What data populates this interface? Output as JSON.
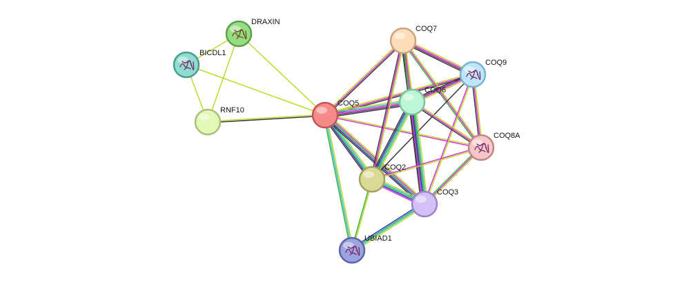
{
  "network": {
    "edge_colors": {
      "yellowgreen": "#c2d82a",
      "black": "#3a3a3a",
      "magenta": "#d633d6",
      "cyan": "#33c4cf",
      "green": "#3cb043",
      "blue": "#3333cc",
      "purple": "#7a2a7a"
    },
    "nodes": [
      {
        "id": "COQ5",
        "label": "COQ5",
        "fill": "#f48a8a",
        "stroke": "#c55555",
        "icon": "none"
      },
      {
        "id": "DRAXIN",
        "label": "DRAXIN",
        "fill": "#97dc85",
        "stroke": "#5aa14a",
        "icon": "protein-structure-icon"
      },
      {
        "id": "BICDL1",
        "label": "BICDL1",
        "fill": "#8fdcd0",
        "stroke": "#4a9c92",
        "icon": "protein-structure-icon"
      },
      {
        "id": "RNF10",
        "label": "RNF10",
        "fill": "#e3f8b7",
        "stroke": "#a8c07a",
        "icon": "none"
      },
      {
        "id": "COQ7",
        "label": "COQ7",
        "fill": "#fcdcb9",
        "stroke": "#c9a47e",
        "icon": "none"
      },
      {
        "id": "COQ9",
        "label": "COQ9",
        "fill": "#bfe6f8",
        "stroke": "#7ab2cf",
        "icon": "protein-structure-icon"
      },
      {
        "id": "COQ6",
        "label": "COQ6",
        "fill": "#bdf5d6",
        "stroke": "#79c49c",
        "icon": "none"
      },
      {
        "id": "COQ8A",
        "label": "COQ8A",
        "fill": "#f6c7c7",
        "stroke": "#c48484",
        "icon": "protein-structure-icon"
      },
      {
        "id": "COQ2",
        "label": "COQ2",
        "fill": "#dada96",
        "stroke": "#a1a15c",
        "icon": "none"
      },
      {
        "id": "COQ3",
        "label": "COQ3",
        "fill": "#d3c0f6",
        "stroke": "#9a84c4",
        "icon": "none"
      },
      {
        "id": "UBIAD1",
        "label": "UBIAD1",
        "fill": "#9ba4e0",
        "stroke": "#5c64a8",
        "icon": "protein-structure-icon"
      }
    ],
    "edges": [
      {
        "source": "DRAXIN",
        "target": "COQ5",
        "colors": [
          "yellowgreen"
        ]
      },
      {
        "source": "DRAXIN",
        "target": "BICDL1",
        "colors": [
          "yellowgreen"
        ]
      },
      {
        "source": "DRAXIN",
        "target": "RNF10",
        "colors": [
          "yellowgreen"
        ]
      },
      {
        "source": "BICDL1",
        "target": "RNF10",
        "colors": [
          "yellowgreen"
        ]
      },
      {
        "source": "BICDL1",
        "target": "COQ5",
        "colors": [
          "yellowgreen"
        ]
      },
      {
        "source": "RNF10",
        "target": "COQ5",
        "colors": [
          "yellowgreen",
          "black"
        ]
      },
      {
        "source": "COQ5",
        "target": "COQ7",
        "colors": [
          "yellowgreen",
          "magenta",
          "black"
        ]
      },
      {
        "source": "COQ5",
        "target": "COQ9",
        "colors": [
          "yellowgreen",
          "magenta",
          "black"
        ]
      },
      {
        "source": "COQ5",
        "target": "COQ6",
        "colors": [
          "yellowgreen",
          "cyan",
          "magenta",
          "purple",
          "black"
        ]
      },
      {
        "source": "COQ5",
        "target": "COQ8A",
        "colors": [
          "yellowgreen",
          "magenta"
        ]
      },
      {
        "source": "COQ5",
        "target": "COQ2",
        "colors": [
          "yellowgreen",
          "cyan",
          "green",
          "blue",
          "black"
        ]
      },
      {
        "source": "COQ5",
        "target": "COQ3",
        "colors": [
          "yellowgreen",
          "magenta",
          "green",
          "blue",
          "black"
        ]
      },
      {
        "source": "COQ5",
        "target": "UBIAD1",
        "colors": [
          "yellowgreen",
          "cyan",
          "green"
        ]
      },
      {
        "source": "COQ7",
        "target": "COQ9",
        "colors": [
          "yellowgreen",
          "magenta",
          "purple",
          "black"
        ]
      },
      {
        "source": "COQ7",
        "target": "COQ6",
        "colors": [
          "yellowgreen",
          "magenta",
          "black"
        ]
      },
      {
        "source": "COQ7",
        "target": "COQ8A",
        "colors": [
          "yellowgreen",
          "magenta",
          "green"
        ]
      },
      {
        "source": "COQ7",
        "target": "COQ2",
        "colors": [
          "yellowgreen",
          "magenta",
          "black"
        ]
      },
      {
        "source": "COQ7",
        "target": "COQ3",
        "colors": [
          "yellowgreen",
          "magenta",
          "green",
          "black"
        ]
      },
      {
        "source": "COQ9",
        "target": "COQ6",
        "colors": [
          "yellowgreen",
          "magenta",
          "purple",
          "black"
        ]
      },
      {
        "source": "COQ9",
        "target": "COQ8A",
        "colors": [
          "yellowgreen",
          "magenta",
          "black"
        ]
      },
      {
        "source": "COQ9",
        "target": "COQ2",
        "colors": [
          "black"
        ]
      },
      {
        "source": "COQ9",
        "target": "COQ3",
        "colors": [
          "yellowgreen",
          "magenta"
        ]
      },
      {
        "source": "COQ6",
        "target": "COQ8A",
        "colors": [
          "yellowgreen",
          "magenta",
          "black"
        ]
      },
      {
        "source": "COQ6",
        "target": "COQ2",
        "colors": [
          "yellowgreen",
          "cyan",
          "green",
          "blue",
          "black"
        ]
      },
      {
        "source": "COQ6",
        "target": "COQ3",
        "colors": [
          "yellowgreen",
          "cyan",
          "green",
          "blue",
          "magenta",
          "black"
        ]
      },
      {
        "source": "COQ8A",
        "target": "COQ2",
        "colors": [
          "yellowgreen",
          "magenta"
        ]
      },
      {
        "source": "COQ8A",
        "target": "COQ3",
        "colors": [
          "yellowgreen",
          "magenta",
          "green"
        ]
      },
      {
        "source": "COQ2",
        "target": "COQ3",
        "colors": [
          "yellowgreen",
          "cyan",
          "green",
          "blue",
          "magenta"
        ]
      },
      {
        "source": "COQ2",
        "target": "UBIAD1",
        "colors": [
          "yellowgreen",
          "green"
        ]
      },
      {
        "source": "COQ3",
        "target": "UBIAD1",
        "colors": [
          "yellowgreen",
          "cyan",
          "green",
          "blue"
        ]
      }
    ]
  }
}
